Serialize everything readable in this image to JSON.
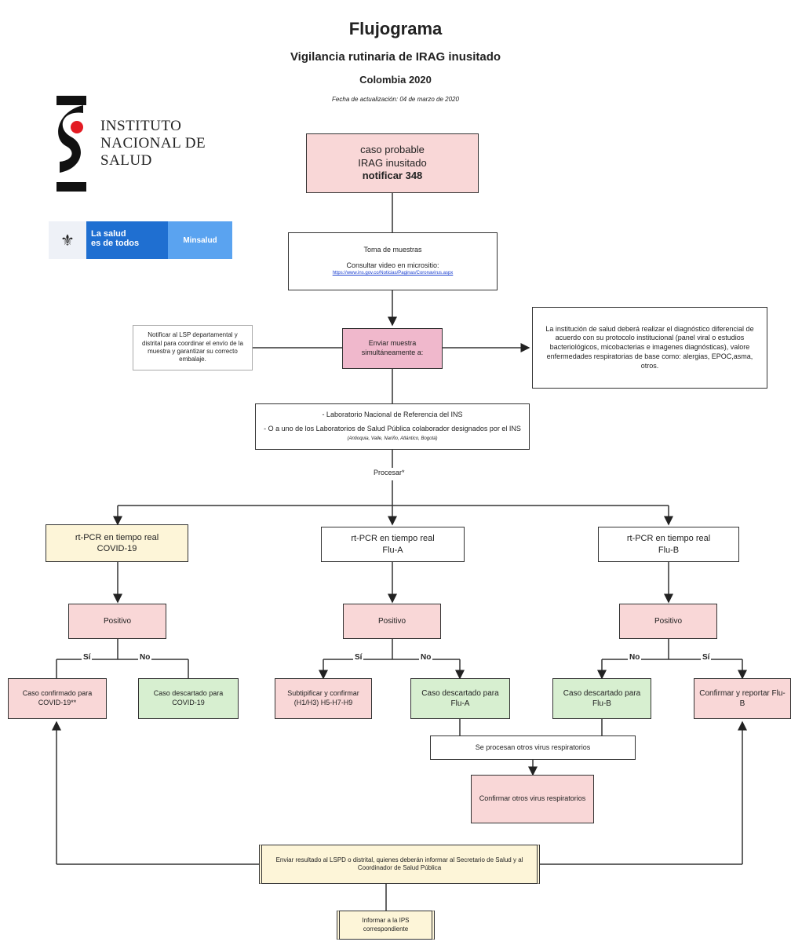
{
  "header": {
    "title": "Flujograma",
    "subtitle": "Vigilancia rutinaria de IRAG inusitado",
    "country_year": "Colombia 2020",
    "update_date": "Fecha de actualización: 04 de marzo de 2020"
  },
  "logos": {
    "ins_line1": "INSTITUTO",
    "ins_line2": "NACIONAL DE",
    "ins_line3": "SALUD",
    "gov_line1": "La salud",
    "gov_line2": "es de todos",
    "gov_brand": "Minsalud"
  },
  "nodes": {
    "caso_line1": "caso probable",
    "caso_line2": "IRAG inusitado",
    "caso_line3": "notificar 348",
    "toma_title": "Toma de muestras",
    "toma_sub": "Consultar video en micrositio:",
    "toma_link": "https://www.ins.gov.co/Noticias/Paginas/Coronavirus.aspx",
    "notificar": "Notificar al LSP departamental y distrital para coordinar el envío de la muestra y garantizar su correcto embalaje.",
    "enviar": "Enviar muestra simultáneamente a:",
    "institucion": "La institución de salud deberá realizar el diagnóstico diferencial de acuerdo con su protocolo institucional (panel viral o estudios bacteriológicos, micobacterias e imagenes diagnósticas), valore enfermedades respiratorias de base como: alergias, EPOC,asma, otros.",
    "lab_line1": "- Laboratorio Nacional de Referencia del INS",
    "lab_line2": "- O a uno de los Laboratorios de Salud Pública colaborador designados por el INS",
    "lab_small": "(Antioquia, Valle, Nariño, Atlántico, Bogotá)",
    "procesar": "Procesar*",
    "covid_line1": "rt-PCR en tiempo real",
    "covid_line2": "COVID-19",
    "flua_line1": "rt-PCR en tiempo real",
    "flua_line2": "Flu-A",
    "flub_line1": "rt-PCR en tiempo real",
    "flub_line2": "Flu-B",
    "positivo": "Positivo",
    "si": "Sí",
    "no": "No",
    "covid_confirmado": "Caso confirmado para COVID-19**",
    "covid_descartado": "Caso descartado para COVID-19",
    "subtipificar": "Subtipificar y confirmar (H1/H3) H5-H7-H9",
    "flua_descartado": "Caso descartado para Flu-A",
    "flub_descartado": "Caso descartado para Flu-B",
    "flub_confirmar": "Confirmar y reportar Flu-B",
    "otros_virus": "Se procesan otros virus respiratorios",
    "confirmar_otros": "Confirmar otros virus respiratorios",
    "enviar_resultado": "Enviar resultado al LSPD o distrital, quienes deberán informar al Secretario de Salud y al Coordinador de Salud Pública",
    "informar_ips": "Informar a la IPS correspondiente"
  }
}
